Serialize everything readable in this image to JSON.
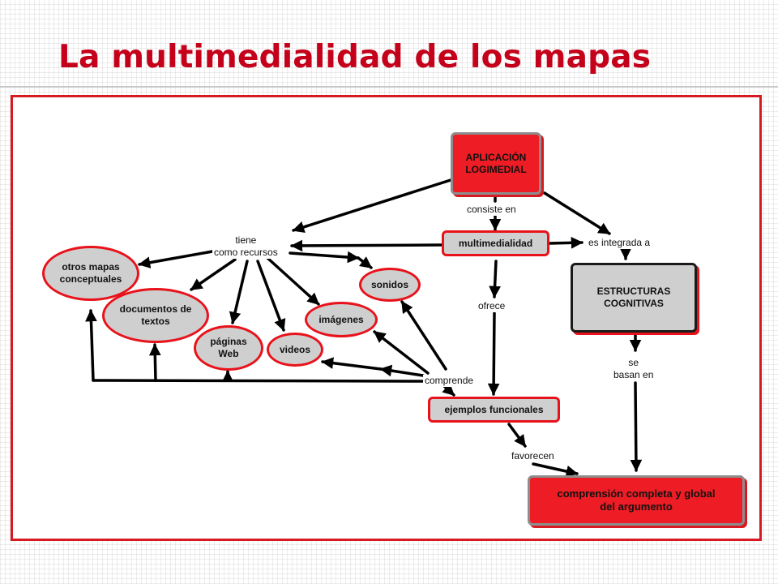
{
  "slide": {
    "title": "La multimedialidad de los mapas"
  },
  "colors": {
    "accent_red": "#e8121b",
    "title_red": "#c4001a",
    "node_grey": "#cfcfcf"
  },
  "nodes": {
    "aplicacion": "APLICACIÓN\nLOGIMEDIAL",
    "multimedialidad": "multimedialidad",
    "estructuras": "ESTRUCTURAS\nCOGNITIVAS",
    "otros_mapas": "otros mapas\nconceptuales",
    "documentos": "documentos de\ntextos",
    "paginas": "páginas\nWeb",
    "videos": "videos",
    "imagenes": "imágenes",
    "sonidos": "sonidos",
    "ejemplos": "ejemplos funcionales",
    "comprension": "comprensión completa y global\ndel argumento"
  },
  "links": {
    "consiste_en": "consiste en",
    "tiene_recursos": "tiene\ncomo recursos",
    "es_integrada": "es integrada a",
    "ofrece": "ofrece",
    "se_basan": "se\nbasan en",
    "comprende": "comprende",
    "favorecen": "favorecen"
  }
}
